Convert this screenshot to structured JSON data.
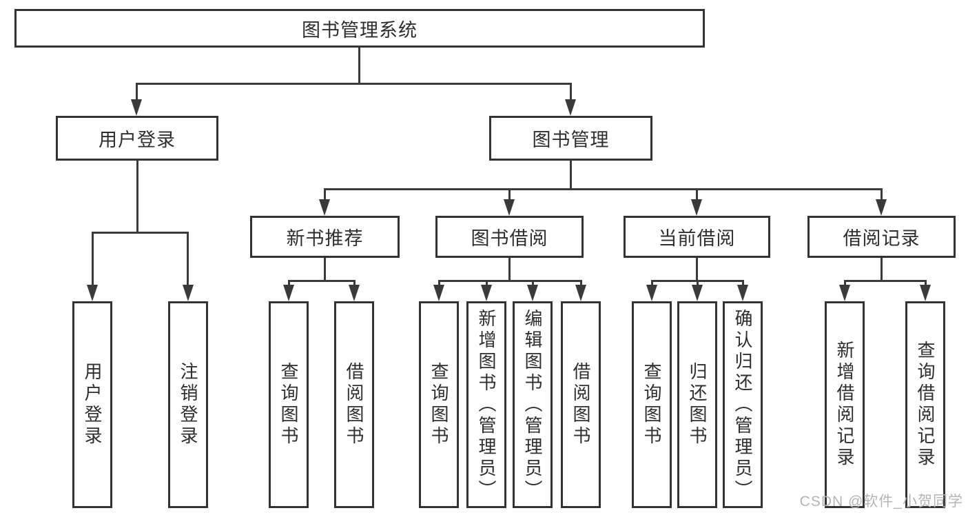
{
  "tree": {
    "root_label": "图书管理系统",
    "level2": [
      {
        "label": "用户登录"
      },
      {
        "label": "图书管理"
      }
    ],
    "level3": [
      {
        "label": "新书推荐"
      },
      {
        "label": "图书借阅"
      },
      {
        "label": "当前借阅"
      },
      {
        "label": "借阅记录"
      }
    ],
    "leaves": [
      {
        "label": "用户登录"
      },
      {
        "label": "注销登录"
      },
      {
        "label": "查询图书"
      },
      {
        "label": "借阅图书"
      },
      {
        "label": "查询图书"
      },
      {
        "label": "新增图书（管理员）"
      },
      {
        "label": "编辑图书（管理员）"
      },
      {
        "label": "借阅图书"
      },
      {
        "label": "查询图书"
      },
      {
        "label": "归还图书"
      },
      {
        "label": "确认归还（管理员）"
      },
      {
        "label": "新增借阅记录"
      },
      {
        "label": "查询借阅记录"
      }
    ]
  },
  "watermark": "CSDN @软件_小贺同学",
  "colors": {
    "line": "#3a3a3a",
    "border": "#333333",
    "text": "#2e2e2e",
    "watermark": "#b5b5b5",
    "bg": "#ffffff"
  }
}
